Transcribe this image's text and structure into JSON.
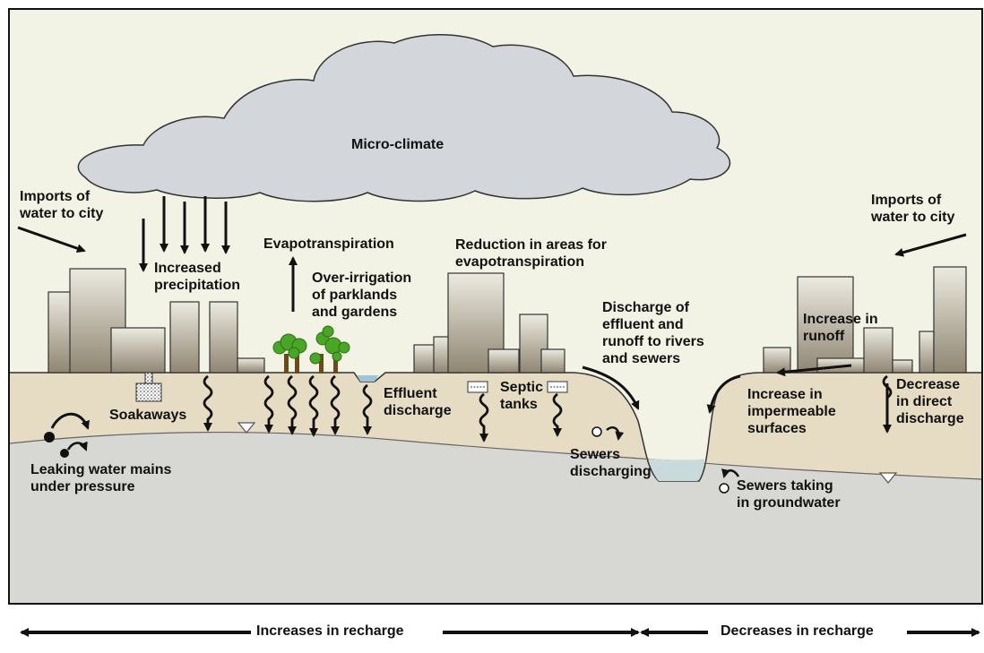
{
  "labels": {
    "micro_climate": "Micro-climate",
    "imports_left": [
      "Imports of",
      "water to city"
    ],
    "imports_right": [
      "Imports of",
      "water to city"
    ],
    "evapotranspiration": "Evapotranspiration",
    "reduction_evapo": [
      "Reduction in areas for",
      "evapotranspiration"
    ],
    "increased_precip": [
      "Increased",
      "precipitation"
    ],
    "over_irrigation": [
      "Over-irrigation",
      "of parklands",
      "and gardens"
    ],
    "discharge_effluent": [
      "Discharge of",
      "effluent and",
      "runoff to rivers",
      "and sewers"
    ],
    "increase_runoff": [
      "Increase in",
      "runoff"
    ],
    "soakaways": "Soakaways",
    "effluent_discharge": [
      "Effluent",
      "discharge"
    ],
    "septic_tanks": [
      "Septic",
      "tanks"
    ],
    "increase_impermeable": [
      "Increase in",
      "impermeable",
      "surfaces"
    ],
    "decrease_direct": [
      "Decrease",
      "in direct",
      "discharge"
    ],
    "leaking_mains": [
      "Leaking water mains",
      "under pressure"
    ],
    "sewers_discharging": [
      "Sewers",
      "discharging"
    ],
    "sewers_taking": [
      "Sewers taking",
      "in groundwater"
    ]
  },
  "bottom": {
    "increases": "Increases in recharge",
    "decreases": "Decreases in recharge"
  },
  "colors": {
    "background": "#f3f3e5",
    "cloud": "#d3d6da",
    "soil": "#e6dcc4",
    "groundwater": "#d7d8d3",
    "building_top": "#eceae0",
    "building_bottom": "#8f8572",
    "water": "#c9dadc",
    "tree": "#4aa627"
  }
}
